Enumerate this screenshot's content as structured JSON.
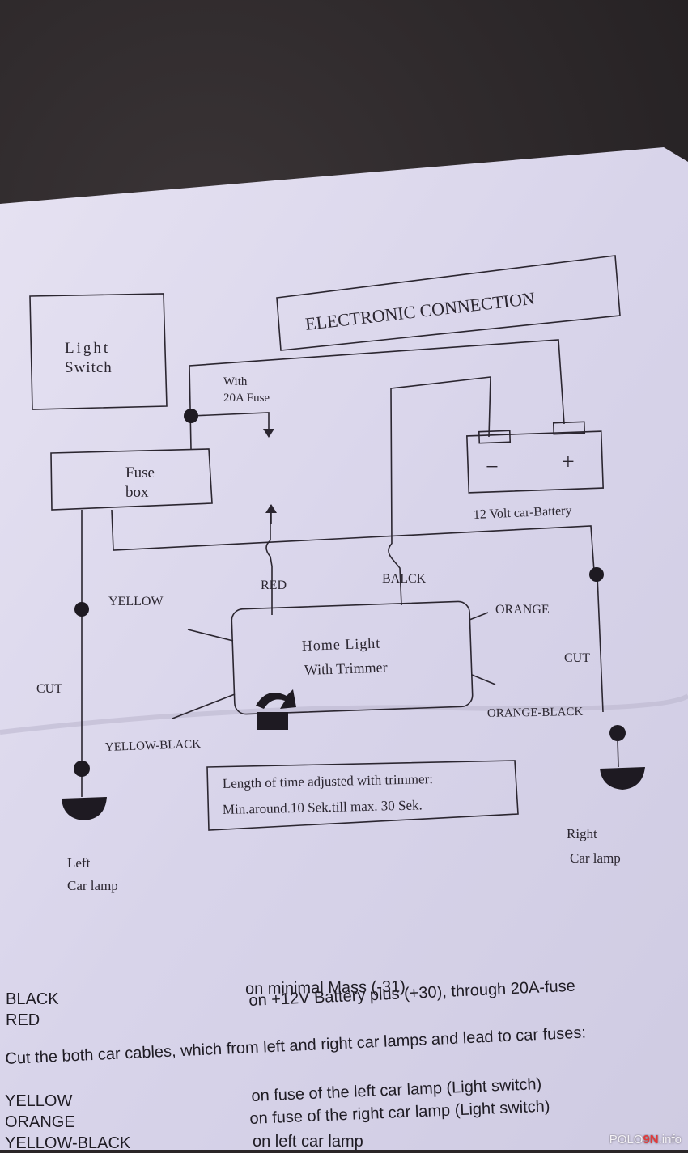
{
  "diagram": {
    "title": "ELECTRONIC CONNECTION",
    "light_switch": "Light",
    "light_switch_2": "Switch",
    "fuse_note": "With",
    "fuse_note_2": "20A Fuse",
    "fuse_box": "Fuse",
    "fuse_box_2": "box",
    "battery_minus": "−",
    "battery_plus": "+",
    "battery_label": "12 Volt car-Battery",
    "wire_red": "RED",
    "wire_black": "BALCK",
    "wire_yellow": "YELLOW",
    "wire_orange": "ORANGE",
    "wire_yellow_black": "YELLOW-BLACK",
    "wire_orange_black": "ORANGE-BLACK",
    "cut_left": "CUT",
    "cut_right": "CUT",
    "module_line1": "Home  Light",
    "module_line2": "With Trimmer",
    "note_line1": "Length of time adjusted with trimmer:",
    "note_line2": "Min.around.10 Sek.till max. 30 Sek.",
    "left_lamp_1": "Left",
    "left_lamp_2": "Car lamp",
    "right_lamp_1": "Right",
    "right_lamp_2": "Car lamp"
  },
  "instructions": {
    "black_key": "BLACK",
    "black_desc": "on minimal Mass (-31)",
    "red_key": "RED",
    "red_desc": "on +12V Battery plus (+30), through 20A-fuse",
    "cut_text": "Cut the both car cables, which from left and right car lamps and lead to car fuses:",
    "yellow_key": "YELLOW",
    "yellow_desc": "on fuse of the left car lamp (Light switch)",
    "orange_key": "ORANGE",
    "orange_desc": "on fuse of the right car lamp (Light switch)",
    "yb_key": "YELLOW-BLACK",
    "yb_desc": "on left car lamp"
  },
  "watermark": {
    "prefix": "POLO",
    "accent": "9N",
    "suffix": ".info"
  },
  "colors": {
    "paper": "#dcd8ec",
    "ink": "#2b2630",
    "background": "#231f21"
  }
}
